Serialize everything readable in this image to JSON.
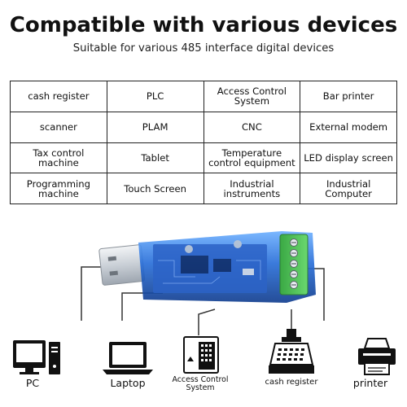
{
  "header": {
    "title": "Compatible with various devices",
    "subtitle": "Suitable for various 485 interface digital devices"
  },
  "table": {
    "cells": [
      [
        "cash register",
        "PLC",
        "Access Control System",
        "Bar printer"
      ],
      [
        "scanner",
        "PLAM",
        "CNC",
        "External modem"
      ],
      [
        "Tax control machine",
        "Tablet",
        "Temperature control equipment",
        "LED display screen"
      ],
      [
        "Programming machine",
        "Touch Screen",
        "Industrial instruments",
        "Industrial Computer"
      ]
    ]
  },
  "devices": {
    "pc": "PC",
    "laptop": "Laptop",
    "access_control": "Access Control System",
    "cash_register": "cash register",
    "printer": "printer"
  },
  "colors": {
    "module_blue": "#2f6fd6",
    "terminal_green": "#3fbf4a",
    "usb_silver": "#d9dde2",
    "line": "#333333"
  },
  "icons": [
    "usb-rs485-module",
    "pc-icon",
    "laptop-icon",
    "access-control-icon",
    "cash-register-icon",
    "printer-icon"
  ]
}
